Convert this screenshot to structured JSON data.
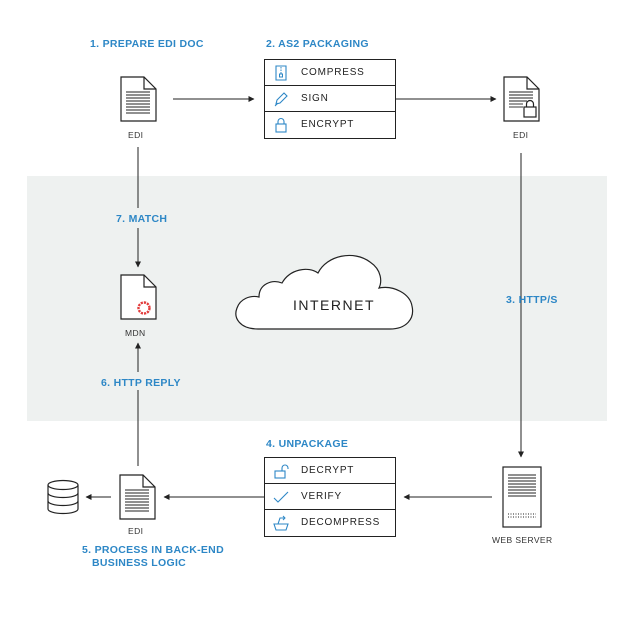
{
  "steps": {
    "prepare": "1. PREPARE EDI DOC",
    "packaging": "2. AS2 PACKAGING",
    "http": "3. HTTP/S",
    "unpackage": "4. UNPACKAGE",
    "process_line1": "5. PROCESS IN BACK-END",
    "process_line2": "BUSINESS LOGIC",
    "reply": "6. HTTP REPLY",
    "match": "7. MATCH"
  },
  "labels": {
    "edi_top_left": "EDI",
    "edi_top_right": "EDI",
    "edi_bottom": "EDI",
    "mdn": "MDN",
    "internet": "INTERNET",
    "web_server": "WEB SERVER"
  },
  "packaging_box": [
    {
      "label": "COMPRESS",
      "icon": "zip-file-icon"
    },
    {
      "label": "SIGN",
      "icon": "pen-icon"
    },
    {
      "label": "ENCRYPT",
      "icon": "lock-icon"
    }
  ],
  "unpackage_box": [
    {
      "label": "DECRYPT",
      "icon": "unlock-icon"
    },
    {
      "label": "VERIFY",
      "icon": "checkmark-icon"
    },
    {
      "label": "DECOMPRESS",
      "icon": "unbox-icon"
    }
  ],
  "colors": {
    "accent": "#2d87c6",
    "band": "#eef1f0",
    "line": "#222222",
    "seal": "#e23b3b"
  }
}
